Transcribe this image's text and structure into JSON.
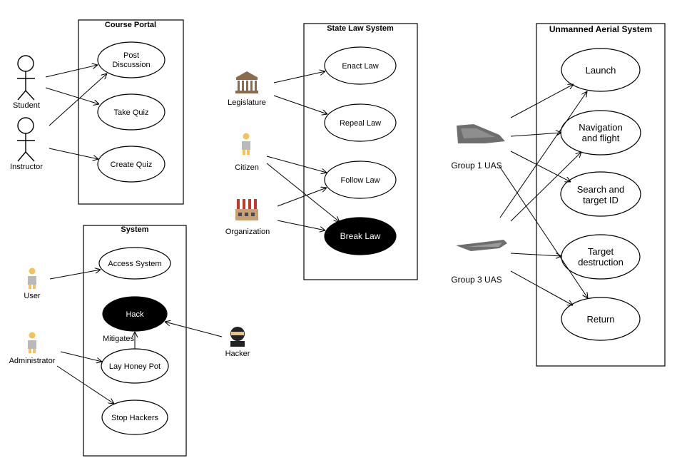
{
  "course_portal": {
    "title": "Course Portal",
    "actors": [
      "Student",
      "Instructor"
    ],
    "use_cases": {
      "post_discussion": [
        "Post",
        "Discussion"
      ],
      "take_quiz": "Take Quiz",
      "create_quiz": "Create Quiz"
    }
  },
  "system": {
    "title": "System",
    "actors": {
      "user": "User",
      "administrator": "Administrator",
      "hacker": "Hacker"
    },
    "use_cases": {
      "access_system": "Access System",
      "hack": "Hack",
      "lay_honey_pot": "Lay Honey Pot",
      "stop_hackers": "Stop Hackers"
    },
    "relation_label": "Mitigates"
  },
  "state_law": {
    "title": "State Law System",
    "actors": {
      "legislature": "Legislature",
      "citizen": "Citizen",
      "organization": "Organization"
    },
    "use_cases": {
      "enact_law": "Enact Law",
      "repeal_law": "Repeal Law",
      "follow_law": "Follow Law",
      "break_law": "Break Law"
    }
  },
  "uas": {
    "title": "Unmanned Aerial System",
    "actors": {
      "group1": "Group 1 UAS",
      "group3": "Group 3 UAS"
    },
    "use_cases": {
      "launch": "Launch",
      "nav": [
        "Navigation",
        "and flight"
      ],
      "search": [
        "Search and",
        "target ID"
      ],
      "target": [
        "Target",
        "destruction"
      ],
      "return": "Return"
    }
  },
  "icons": {
    "legislature": "government-building-icon",
    "citizen": "person-icon",
    "organization": "factory-icon",
    "user": "person-icon",
    "administrator": "person-icon",
    "hacker": "ninja-icon",
    "group1": "stealth-drone-icon",
    "group3": "flying-wing-drone-icon"
  },
  "colors": {
    "stroke": "#000000",
    "dark_fill": "#000000",
    "person_skin": "#f2c25b",
    "person_clothes": "#b9b9b9",
    "building": "#8a6b4a",
    "factory": "#c8a074",
    "drone": "#6e6e6e"
  }
}
